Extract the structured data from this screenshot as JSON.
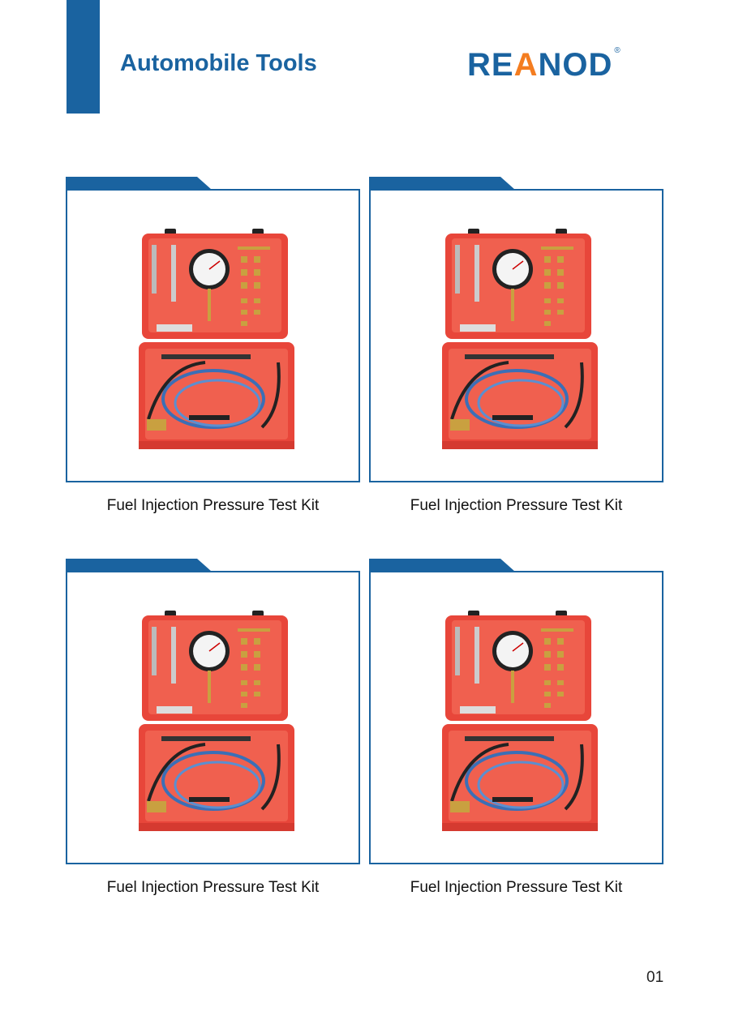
{
  "header": {
    "title": "Automobile Tools",
    "logo": {
      "pre": "RE",
      "accent": "A",
      "post": "NOD",
      "mark": "®"
    }
  },
  "colors": {
    "brand_blue": "#1a63a0",
    "logo_orange": "#f47d20",
    "case_red": "#e8463a"
  },
  "products": [
    {
      "caption": "Fuel Injection Pressure Test Kit"
    },
    {
      "caption": "Fuel Injection Pressure Test Kit"
    },
    {
      "caption": "Fuel Injection Pressure Test Kit"
    },
    {
      "caption": "Fuel Injection Pressure Test Kit"
    }
  ],
  "footer": {
    "page_number": "01"
  }
}
